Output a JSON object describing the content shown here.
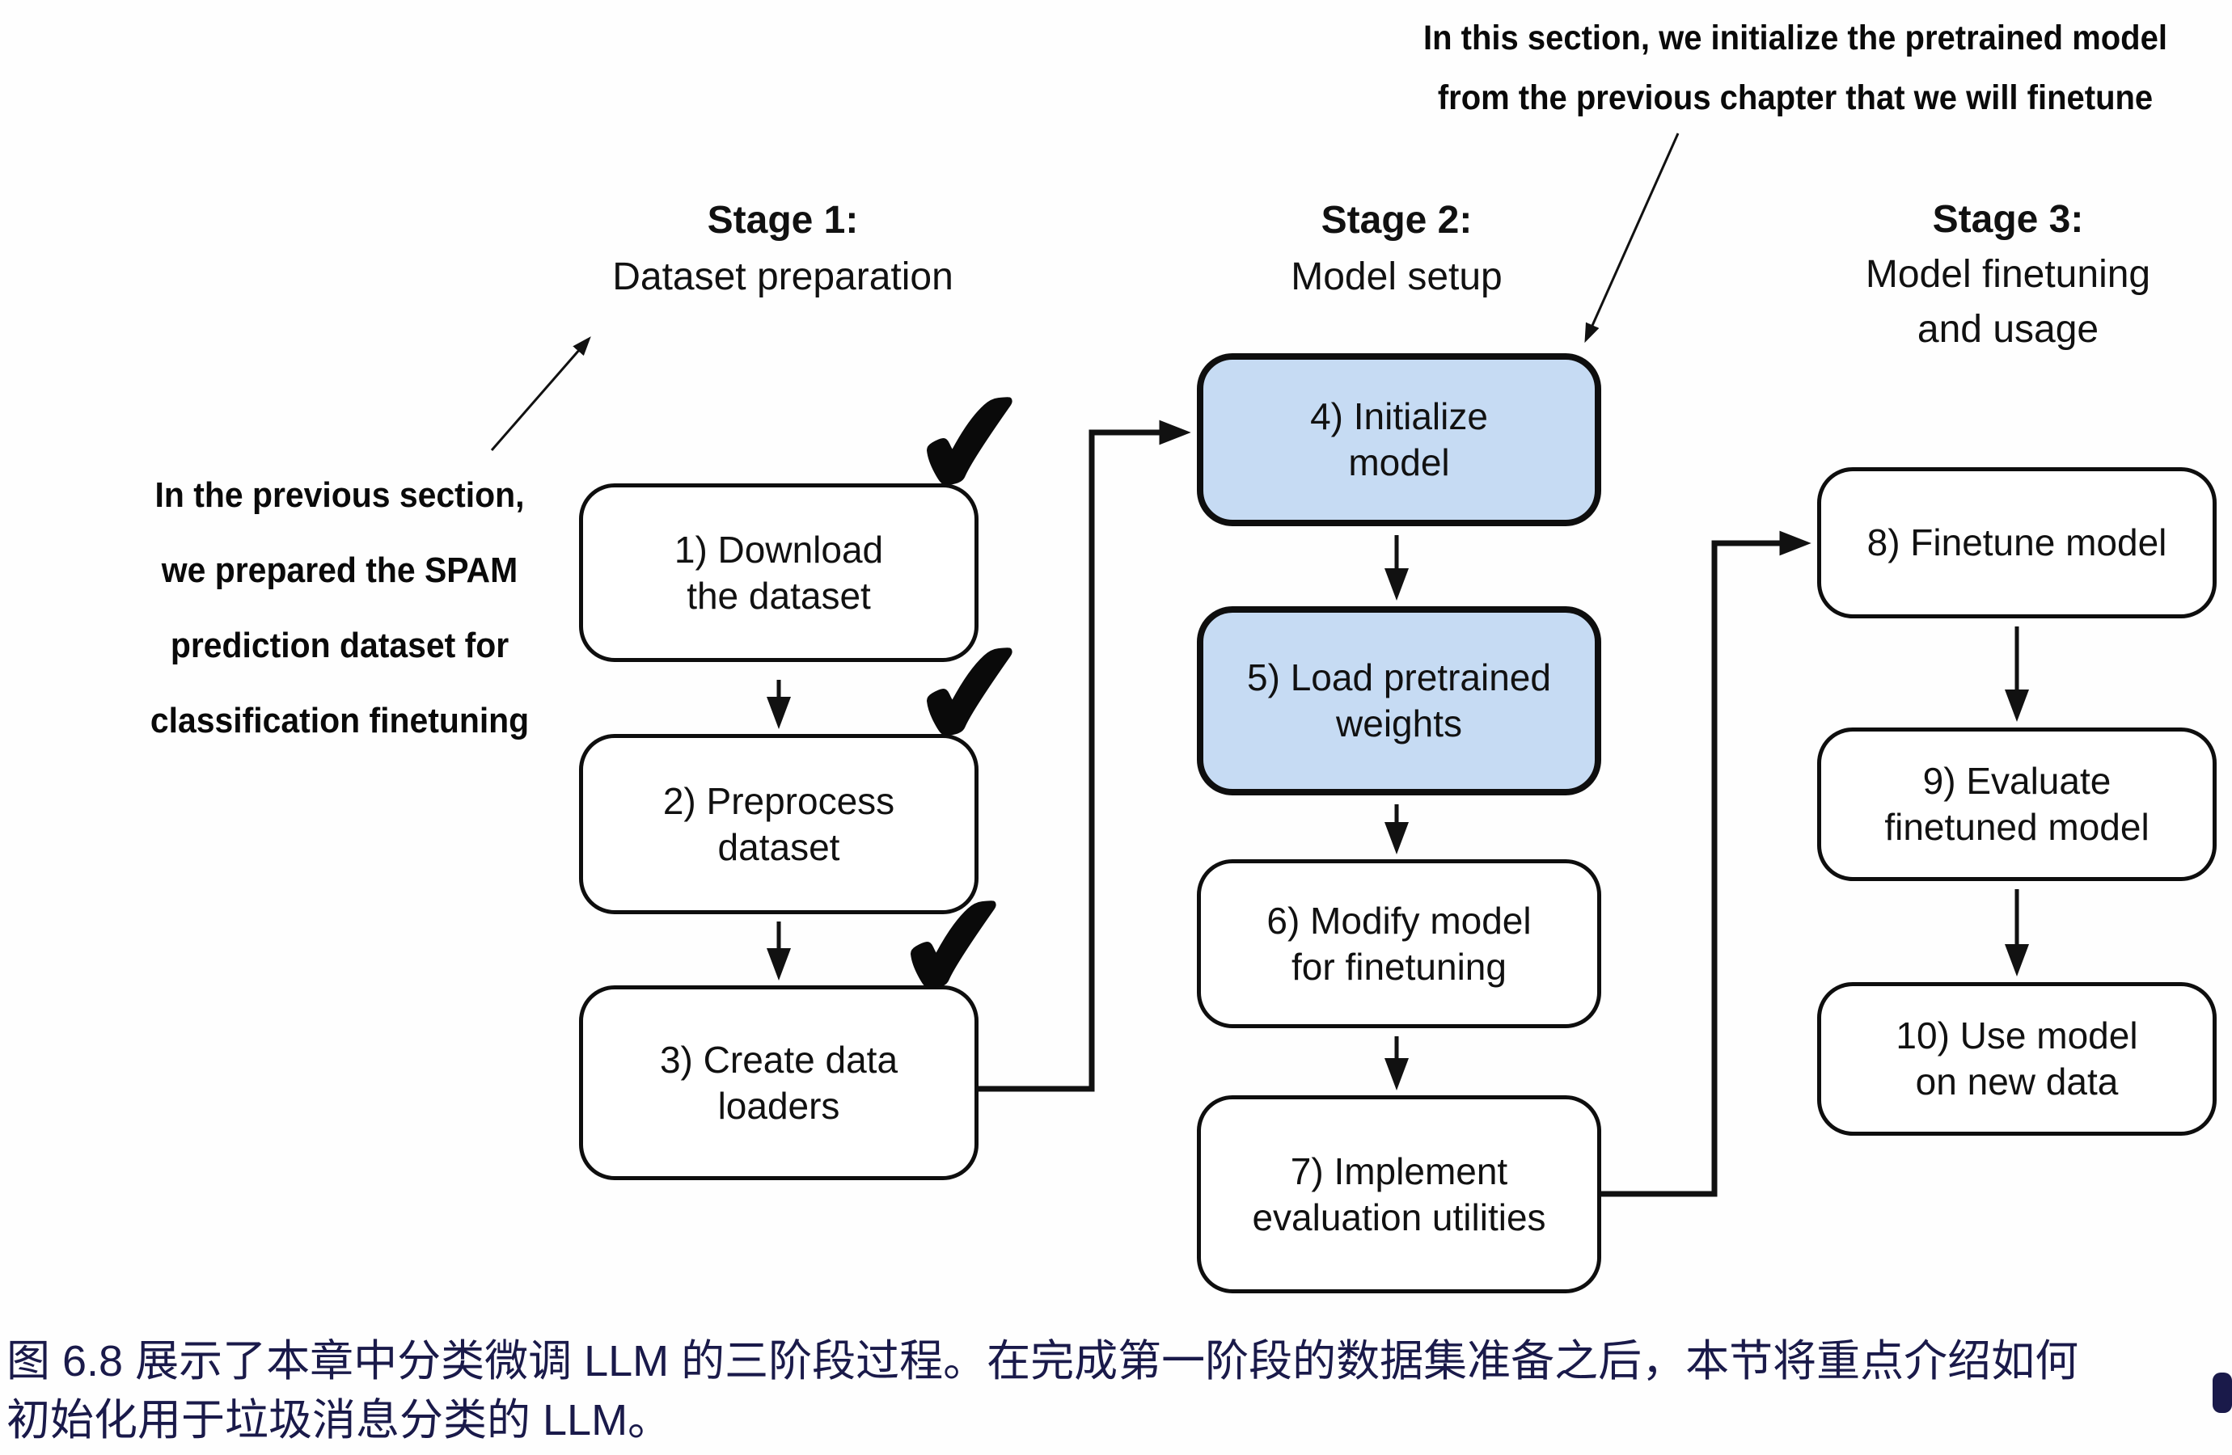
{
  "diagram": {
    "top_annotation": {
      "line1": "In this section, we initialize the pretrained model",
      "line2": "from the previous chapter that we will finetune"
    },
    "left_annotation": {
      "line1": "In the previous section,",
      "line2": "we prepared the SPAM",
      "line3": "prediction dataset for",
      "line4": "classification finetuning"
    },
    "stage1": {
      "title": "Stage 1:",
      "subtitle1": "Dataset preparation",
      "box1": {
        "line1": "1) Download",
        "line2": "the dataset"
      },
      "box2": {
        "line1": "2) Preprocess",
        "line2": "dataset"
      },
      "box3": {
        "line1": "3) Create data",
        "line2": "loaders"
      }
    },
    "stage2": {
      "title": "Stage 2:",
      "subtitle1": "Model setup",
      "box4": {
        "line1": "4) Initialize",
        "line2": "model"
      },
      "box5": {
        "line1": "5) Load pretrained",
        "line2": "weights"
      },
      "box6": {
        "line1": "6) Modify model",
        "line2": "for finetuning"
      },
      "box7": {
        "line1": "7) Implement",
        "line2": "evaluation utilities"
      }
    },
    "stage3": {
      "title": "Stage 3:",
      "subtitle1": "Model finetuning",
      "subtitle2": "and usage",
      "box8": {
        "line1": "8) Finetune model"
      },
      "box9": {
        "line1": "9) Evaluate",
        "line2": "finetuned model"
      },
      "box10": {
        "line1": "10) Use model",
        "line2": "on new data"
      }
    },
    "icons": {
      "check": "✔"
    },
    "colors": {
      "highlight_fill": "#c6dbf3",
      "line": "#111111",
      "caption_text": "#1a1a4a"
    },
    "caption": {
      "line1": "图 6.8 展示了本章中分类微调 LLM 的三阶段过程。在完成第一阶段的数据集准备之后，本节将重点介绍如何",
      "line2": "初始化用于垃圾消息分类的 LLM。"
    }
  }
}
